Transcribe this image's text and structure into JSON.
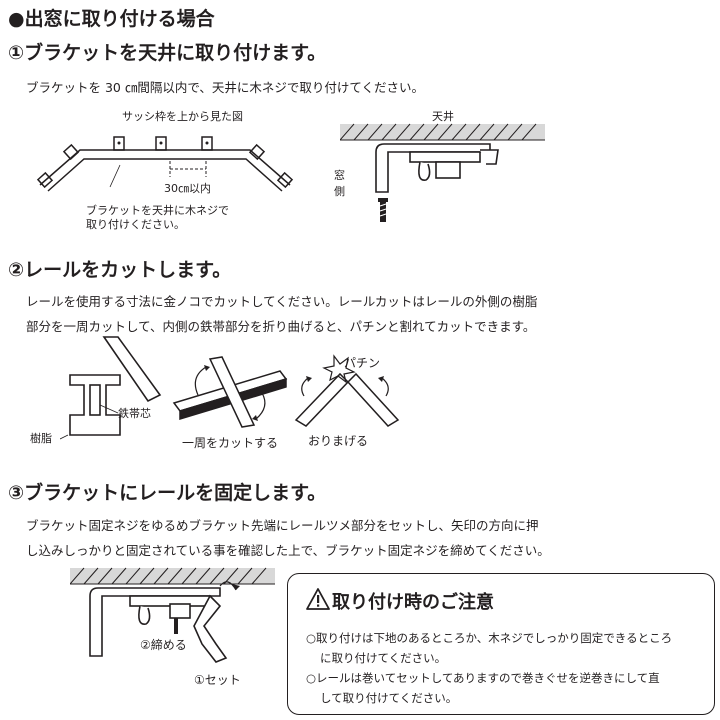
{
  "main_heading": "●出窓に取り付ける場合",
  "step1": {
    "title": "①ブラケットを天井に取り付けます。",
    "text": "ブラケットを 30 ㎝間隔以内で、天井に木ネジで取り付けてください。",
    "fig_top_label": "サッシ枠を上から見た図",
    "fig_spacing_label": "30㎝以内",
    "fig_note_line1": "ブラケットを天井に木ネジで",
    "fig_note_line2": "取り付けください。",
    "ceiling_label": "天井",
    "window_side_label": "窓側"
  },
  "step2": {
    "title": "②レールをカットします。",
    "text_line1": "レールを使用する寸法に金ノコでカットしてください。レールカットはレールの外側の樹脂",
    "text_line2": "部分を一周カットして、内側の鉄帯部分を折り曲げると、パチンと割れてカットできます。",
    "label_iron": "鉄帯芯",
    "label_resin": "樹脂",
    "label_cut": "一周をカットする",
    "label_pachin": "パチン",
    "label_fold": "おりまげる"
  },
  "step3": {
    "title": "③ブラケットにレールを固定します。",
    "text_line1": "ブラケット固定ネジをゆるめブラケット先端にレールツメ部分をセットし、矢印の方向に押",
    "text_line2": "し込みしっかりと固定されている事を確認した上で、ブラケット固定ネジを締めてください。",
    "label_tighten": "②締める",
    "label_set": "①セット"
  },
  "notice": {
    "title": "取り付け時のご注意",
    "line1": "○取り付けは下地のあるところか、木ネジでしっかり固定できるところ",
    "line2": "に取り付けてください。",
    "line3": "○レールは巻いてセットしてありますので巻きぐせを逆巻きにして直",
    "line4": "して取り付けてください。"
  }
}
